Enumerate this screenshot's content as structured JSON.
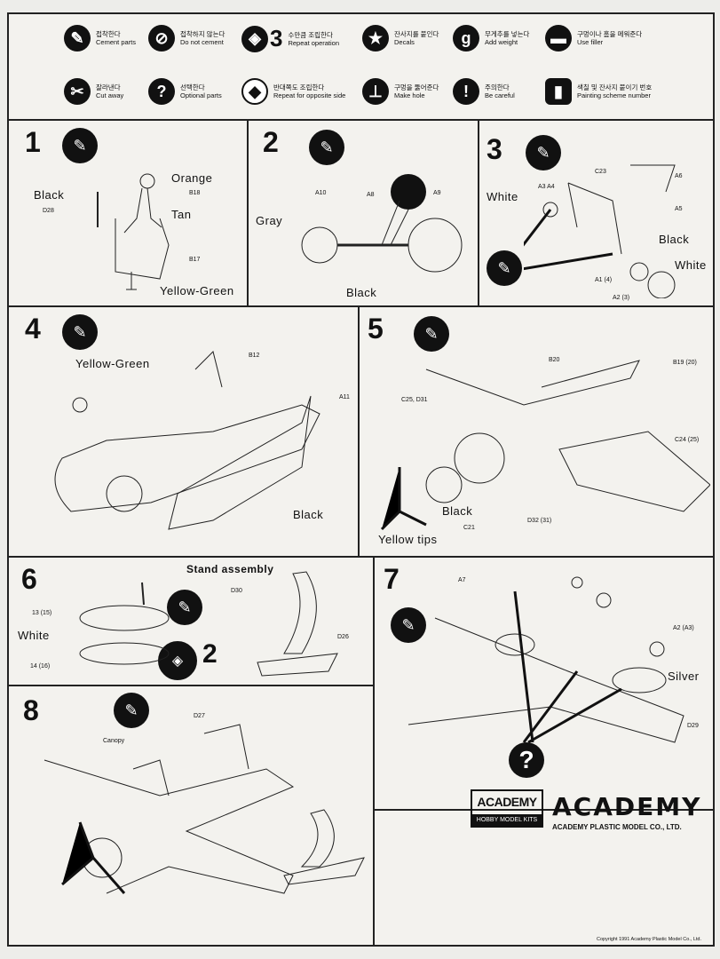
{
  "legend": [
    {
      "ko": "접착한다",
      "en": "Cement parts",
      "icon": "glue-tube-icon"
    },
    {
      "ko": "접착하지 않는다",
      "en": "Do not cement",
      "icon": "no-glue-icon"
    },
    {
      "ko": "수만큼 조립한다",
      "en": "Repeat operation",
      "icon": "repeat-parts-icon",
      "num": "3"
    },
    {
      "ko": "잔사지를 붙인다",
      "en": "Decals",
      "icon": "star-icon"
    },
    {
      "ko": "무게추를 넣는다",
      "en": "Add weight",
      "icon": "weight-icon",
      "glyph": "g"
    },
    {
      "ko": "구멍이나 홈을 메워준다",
      "en": "Use filler",
      "icon": "filler-icon"
    },
    {
      "ko": "잘라낸다",
      "en": "Cut away",
      "icon": "knife-icon"
    },
    {
      "ko": "선택한다",
      "en": "Optional parts",
      "icon": "question-icon",
      "glyph": "?"
    },
    {
      "ko": "반대쪽도 조립한다",
      "en": "Repeat for opposite side",
      "icon": "opposite-side-icon"
    },
    {
      "ko": "구멍을 뚫어준다",
      "en": "Make hole",
      "icon": "drill-icon"
    },
    {
      "ko": "주의한다",
      "en": "Be careful",
      "icon": "exclamation-icon",
      "glyph": "!"
    },
    {
      "ko": "색칠 및 잔사지 붙이기 번호",
      "en": "Painting scheme number",
      "icon": "paint-scheme-icon"
    }
  ],
  "steps": {
    "s1": {
      "num": "1",
      "labels": {
        "black": "Black",
        "orange": "Orange",
        "tan": "Tan",
        "yellow_green": "Yellow-Green"
      },
      "parts": {
        "d28": "D28",
        "b18": "B18",
        "b17": "B17"
      }
    },
    "s2": {
      "num": "2",
      "labels": {
        "gray": "Gray",
        "black": "Black"
      },
      "parts": {
        "a10": "A10",
        "a8": "A8",
        "a9": "A9"
      }
    },
    "s3": {
      "num": "3",
      "labels": {
        "white": "White",
        "black": "Black",
        "white2": "White"
      },
      "parts": {
        "c23": "C23",
        "a3a4": "A3  A4",
        "a6": "A6",
        "a5": "A5",
        "a1": "A1 (4)",
        "a2": "A2 (3)"
      }
    },
    "s4": {
      "num": "4",
      "labels": {
        "yellow_green": "Yellow-Green",
        "black": "Black"
      },
      "parts": {
        "b12": "B12",
        "a11": "A11"
      }
    },
    "s5": {
      "num": "5",
      "labels": {
        "black": "Black",
        "yellow_tips": "Yellow tips"
      },
      "parts": {
        "b20": "B20",
        "b19": "B19 (20)",
        "c25": "C25, D31",
        "c24": "C24 (25)",
        "c21": "C21",
        "d32": "D32 (31)"
      }
    },
    "s6": {
      "num": "6",
      "title": "Stand assembly",
      "labels": {
        "white": "White"
      },
      "parts": {
        "p13": "13 (15)",
        "p14": "14 (16)",
        "d30": "D30",
        "d26": "D26"
      },
      "repeat": "2"
    },
    "s7": {
      "num": "7",
      "labels": {
        "silver": "Silver"
      },
      "parts": {
        "a7": "A7",
        "a2": "A2 (A3)",
        "d29": "D29"
      }
    },
    "s8": {
      "num": "8",
      "labels": {
        "canopy": "Canopy"
      },
      "parts": {
        "d27": "D27"
      }
    }
  },
  "brand": {
    "logo1_top": "ACADEMY",
    "logo1_bottom": "HOBBY MODEL KITS",
    "logo2_big": "ACADEMY",
    "logo2_small": "ACADEMY PLASTIC MODEL CO., LTD."
  },
  "copyright": "Copyright 1991 Academy Plastic Model Co., Ltd."
}
